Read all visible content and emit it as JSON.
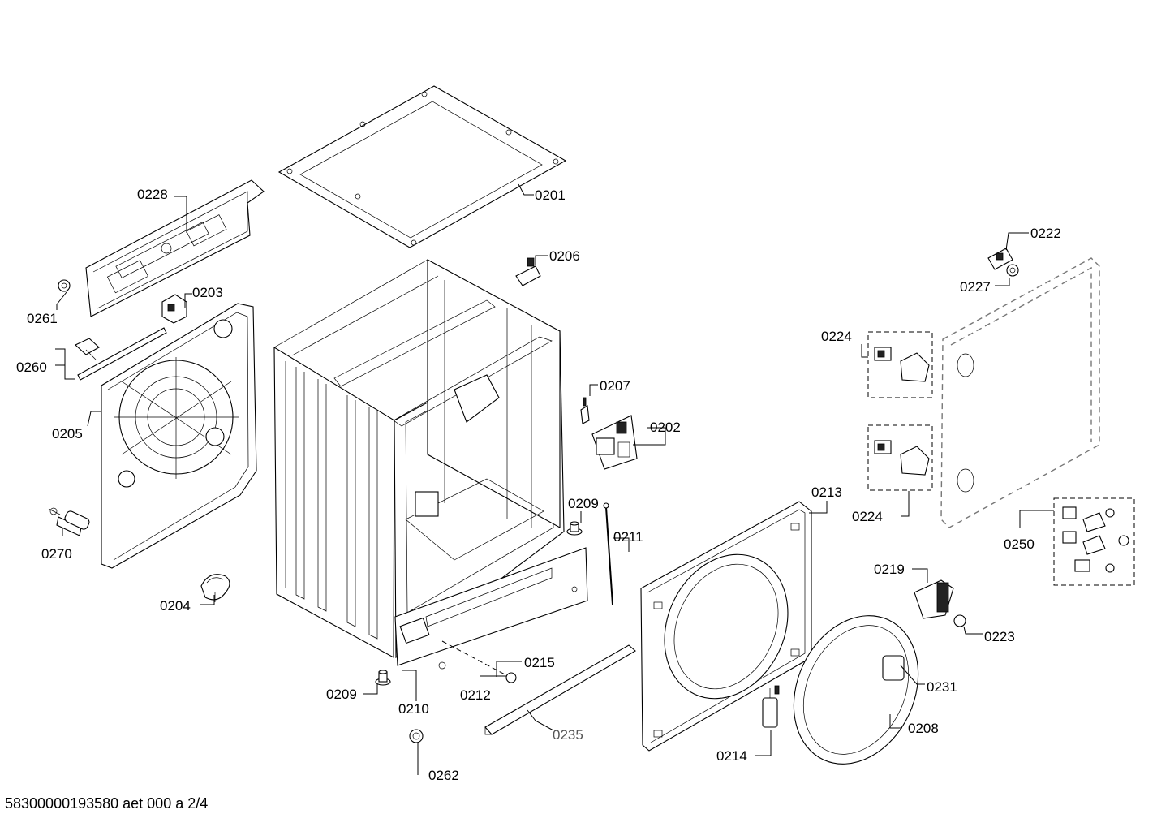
{
  "footer": {
    "code": "58300000193580 aet 000 a 2/4"
  },
  "parts": {
    "p0201": "0201",
    "p0202": "0202",
    "p0203": "0203",
    "p0204": "0204",
    "p0205": "0205",
    "p0206": "0206",
    "p0207": "0207",
    "p0208": "0208",
    "p0209a": "0209",
    "p0209b": "0209",
    "p0210": "0210",
    "p0211": "0211",
    "p0212": "0212",
    "p0213": "0213",
    "p0214": "0214",
    "p0215": "0215",
    "p0219": "0219",
    "p0222": "0222",
    "p0223": "0223",
    "p0224a": "0224",
    "p0224b": "0224",
    "p0227": "0227",
    "p0228": "0228",
    "p0231": "0231",
    "p0235": "0235",
    "p0250": "0250",
    "p0260": "0260",
    "p0261": "0261",
    "p0262": "0262",
    "p0270": "0270"
  }
}
